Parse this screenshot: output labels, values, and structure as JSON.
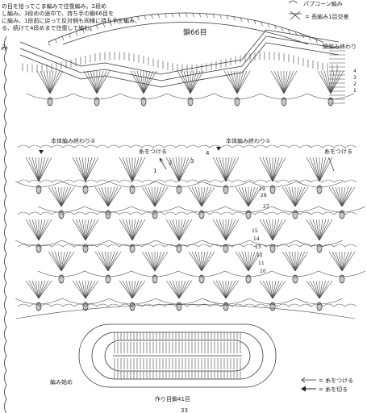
{
  "header": {
    "intro_line1": "の目を拾ってこま編みで往復編み。2段め",
    "intro_line2": "し編み。3段めの途中で、持ち手の鎖66目を",
    "intro_line3": "に編み、1段前に戻って反対側も同様に持ち手を編み、",
    "intro_line4": "る、続けて4段めまで往復して編む。"
  },
  "legend_top": {
    "popcorn_label": "パプコーン編み",
    "double_crochet_label": "= 長編み1目交差"
  },
  "side_label": "み",
  "handle": {
    "chain_label": "鎖66目"
  },
  "labels": {
    "edge_end": "縁編み終わり",
    "body_end_2": "本体編み終わり②",
    "body_end_1": "本体編み終わり①",
    "attach_yarn_left": "糸をつける",
    "attach_yarn_right": "糸をつける",
    "start": "編み始め",
    "base_chain": "作り目鎖41目",
    "page_number": "33"
  },
  "row_numbers": {
    "edge": [
      "4",
      "3",
      "2",
      "1"
    ],
    "body_a": [
      "1",
      "2",
      "3",
      "4"
    ],
    "body_b": [
      "29",
      "28",
      "27"
    ],
    "body_c": [
      "15",
      "14",
      "13",
      "12",
      "11",
      "10"
    ]
  },
  "legend_bottom": {
    "attach": "= 糸をつける",
    "cut": "= 糸を切る"
  }
}
